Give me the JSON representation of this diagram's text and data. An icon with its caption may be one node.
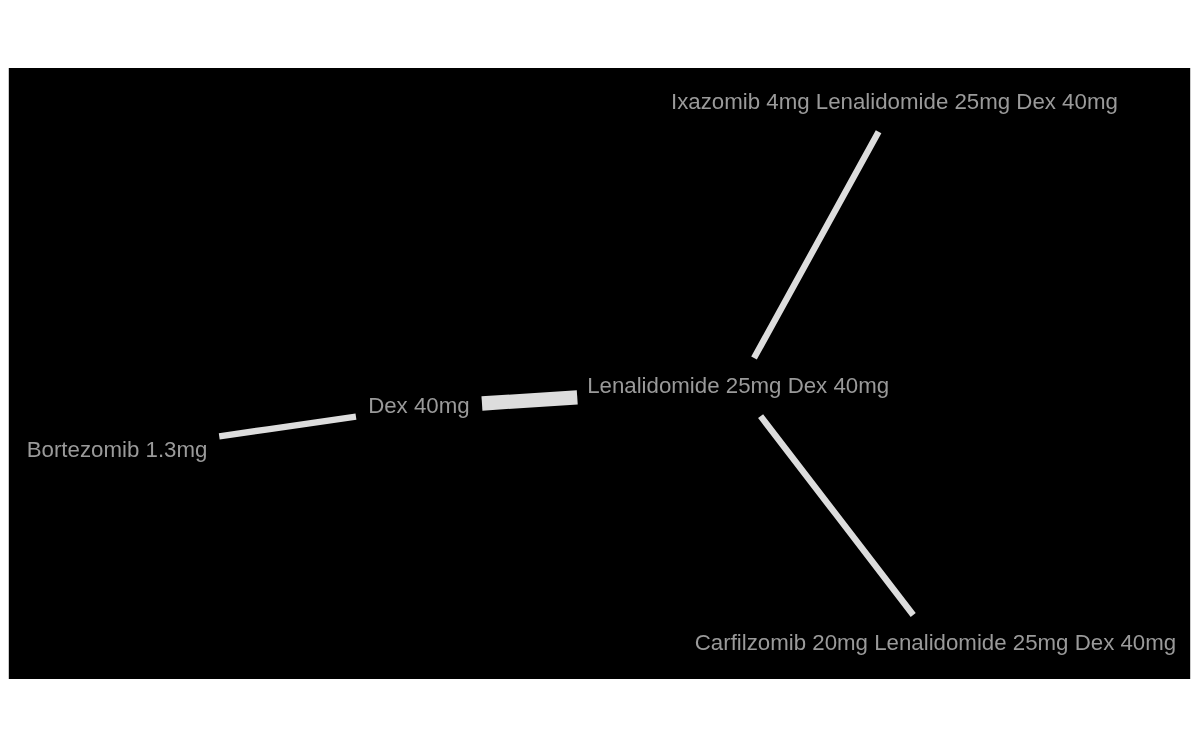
{
  "diagram": {
    "nodes": [
      {
        "text": [
          "Bortezomib 1.3mg"
        ]
      },
      {
        "text": [
          "Carfilzomib 20mg Lenalidomide 25mg Dex 40mg"
        ]
      },
      {
        "text": [
          "Lenalidomide 25mg Dex 40mg"
        ]
      },
      {
        "text": [
          "Dex 40mg"
        ]
      },
      {
        "text": [
          "Ixazomib 4mg Lenalidomide 25mg Dex 40mg"
        ]
      }
    ],
    "edges": [
      {
        "from": 0,
        "to": 3,
        "arrow": "none"
      },
      {
        "from": 1,
        "to": 2,
        "arrow": "none"
      },
      {
        "from": 3,
        "to": 2,
        "arrow": "none",
        "style": "thick"
      },
      {
        "from": 4,
        "to": 2,
        "arrow": "none"
      }
    ]
  }
}
